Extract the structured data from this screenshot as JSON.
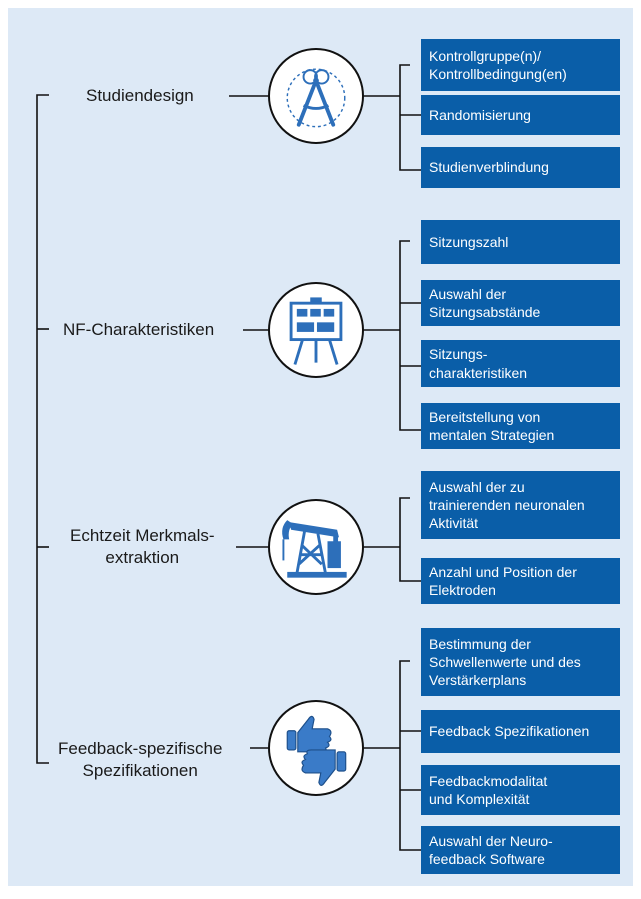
{
  "colors": {
    "background": "#dde9f6",
    "box": "#0a5ea8",
    "icon_blue": "#2d6fba",
    "line": "#111111"
  },
  "categories": [
    {
      "label_lines": [
        "Studiendesign"
      ],
      "icon": "compass-icon",
      "items": [
        {
          "lines": [
            "Kontrollgruppe(n)/",
            "Kontrollbedingung(en)"
          ]
        },
        {
          "lines": [
            "Randomisierung"
          ]
        },
        {
          "lines": [
            "Studienverblindung"
          ]
        }
      ]
    },
    {
      "label_lines": [
        "NF-Charakteristiken"
      ],
      "icon": "easel-board-icon",
      "items": [
        {
          "lines": [
            "Sitzungszahl"
          ]
        },
        {
          "lines": [
            "Auswahl der",
            "Sitzungsabstände"
          ]
        },
        {
          "lines": [
            "Sitzungs-",
            "charakteristiken"
          ]
        },
        {
          "lines": [
            "Bereitstellung von",
            "mentalen Strategien"
          ]
        }
      ]
    },
    {
      "label_lines": [
        "Echtzeit Merkmals-",
        "extraktion"
      ],
      "icon": "oil-pump-icon",
      "items": [
        {
          "lines": [
            "Auswahl der zu",
            "trainierenden neuronalen",
            "Aktivität"
          ]
        },
        {
          "lines": [
            "Anzahl und Position der",
            "Elektroden"
          ]
        }
      ]
    },
    {
      "label_lines": [
        "Feedback-spezifische",
        "Spezifikationen"
      ],
      "icon": "thumbs-up-down-icon",
      "items": [
        {
          "lines": [
            "Bestimmung der",
            "Schwellenwerte und des",
            "Verstärkerplans"
          ]
        },
        {
          "lines": [
            "Feedback Spezifikationen"
          ]
        },
        {
          "lines": [
            "Feedbackmodalitat",
            "und Komplexität"
          ]
        },
        {
          "lines": [
            "Auswahl der Neuro-",
            "feedback Software"
          ]
        }
      ]
    }
  ]
}
